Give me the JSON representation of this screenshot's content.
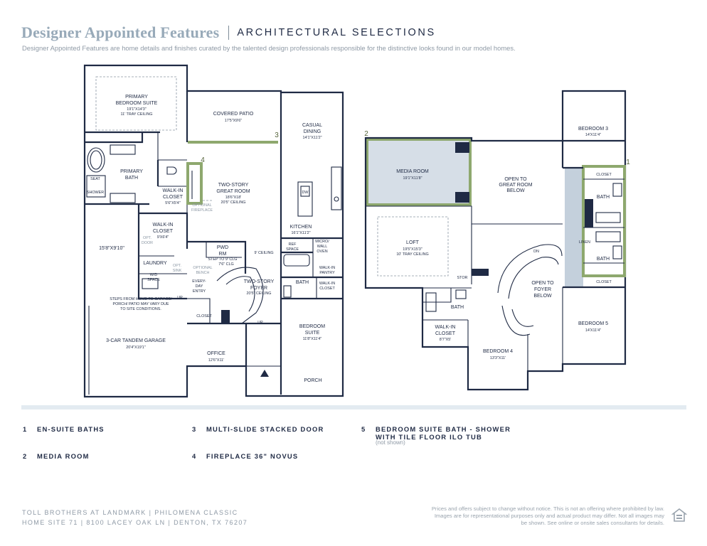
{
  "header": {
    "title": "Designer Appointed Features",
    "subtitle": "ARCHITECTURAL SELECTIONS",
    "intro": "Designer Appointed Features are home details and finishes curated by the talented design professionals responsible for the distinctive looks found in our model homes."
  },
  "floorplan_first": {
    "primary_bedroom": {
      "name": "PRIMARY",
      "name2": "BEDROOM SUITE",
      "dims": "19'1\"X14'3\"",
      "note": "11' TRAY CEILING"
    },
    "covered_patio": {
      "name": "COVERED PATIO",
      "dims": "17'5\"X9'6\""
    },
    "casual_dining": {
      "name": "CASUAL",
      "name2": "DINING",
      "dims": "14'1\"X11'2\""
    },
    "primary_bath": {
      "name": "PRIMARY",
      "name2": "BATH"
    },
    "seat": "SEAT",
    "shower": "SHOWER",
    "walkin_closet_primary": {
      "name": "WALK-IN",
      "name2": "CLOSET",
      "dims": "5'6\"X5'4\""
    },
    "great_room": {
      "name": "TWO-STORY",
      "name2": "GREAT ROOM",
      "dims": "18'6\"X18'",
      "note": "20'5\" CEILING"
    },
    "optional_fireplace": {
      "line1": "OPTIONAL",
      "line2": "FIREPLACE"
    },
    "dw": "DW",
    "walkin_closet2": {
      "name": "WALK-IN",
      "name2": "CLOSET",
      "dims": "9'X6'4\""
    },
    "opt_door": {
      "line1": "OPT.",
      "line2": "DOOR"
    },
    "garage_area_dims": "15'8\"X9'10\"",
    "kitchen": {
      "name": "KITCHEN",
      "dims": "16'1\"X11'2\""
    },
    "laundry": "LAUNDRY",
    "opt_sink": {
      "line1": "OPT.",
      "line2": "SINK"
    },
    "wd_space": {
      "line1": "W/D",
      "line2": "SPACE"
    },
    "optional_bench": {
      "line1": "OPTIONAL",
      "line2": "BENCH"
    },
    "everyday_entry": {
      "line1": "EVERY-",
      "line2": "DAY",
      "line3": "ENTRY"
    },
    "pwd_rm": {
      "line1": "PWD",
      "line2": "RM"
    },
    "step_to_clg": {
      "line1": "STEP TO 9' CLG",
      "line2": "7'6\" CLG"
    },
    "nine_ceiling": "9' CEILING",
    "ref_space": {
      "line1": "REF",
      "line2": "SPACE"
    },
    "micro_wall_oven": {
      "line1": "MICRO/",
      "line2": "WALL",
      "line3": "OVEN"
    },
    "walkin_pantry": {
      "line1": "WALK-IN",
      "line2": "PANTRY"
    },
    "steps_note": {
      "line1": "STEPS FROM HOME TO GARAGE/",
      "line2": "PORCH/ PATIO MAY VARY DUE",
      "line3": "TO SITE CONDITIONS."
    },
    "up1": "UP",
    "closet": "CLOSET",
    "two_story_foyer": {
      "name": "TWO-STORY",
      "name2": "FOYER",
      "note": "20'5\" CEILING"
    },
    "bath": "BATH",
    "walkin_closet3": {
      "line1": "WALK-IN",
      "line2": "CLOSET"
    },
    "bedroom_suite": {
      "name": "BEDROOM",
      "name2": "SUITE",
      "dims": "11'8\"X11'4\""
    },
    "up2": "UP",
    "garage": {
      "name": "3-CAR TANDEM GARAGE",
      "dims": "20'4\"X19'1\""
    },
    "office": {
      "name": "OFFICE",
      "dims": "12'6\"X11'"
    },
    "porch": "PORCH"
  },
  "floorplan_second": {
    "media_room": {
      "name": "MEDIA ROOM",
      "dims": "19'1\"X11'8\""
    },
    "open_great_room": {
      "line1": "OPEN TO",
      "line2": "GREAT ROOM",
      "line3": "BELOW"
    },
    "bedroom3": {
      "name": "BEDROOM 3",
      "dims": "14'X11'4\""
    },
    "closet_top": "CLOSET",
    "bath_top": "BATH",
    "linen": "LINEN",
    "bath_bottom": "BATH",
    "closet_bottom": "CLOSET",
    "loft": {
      "name": "LOFT",
      "dims": "19'5\"X15'3\"",
      "note": "10' TRAY CEILING"
    },
    "dn": "DN",
    "stor": "STOR",
    "open_foyer": {
      "line1": "OPEN TO",
      "line2": "FOYER",
      "line3": "BELOW"
    },
    "bath2": "BATH",
    "walkin_closet": {
      "name": "WALK-IN",
      "name2": "CLOSET",
      "dims": "8'7\"X5'"
    },
    "bedroom4": {
      "name": "BEDROOM 4",
      "dims": "13'3\"X11'"
    },
    "bedroom5": {
      "name": "BEDROOM 5",
      "dims": "14'X11'4\""
    }
  },
  "callouts": [
    "1",
    "2",
    "3",
    "4"
  ],
  "legend": [
    {
      "num": "1",
      "label": "EN-SUITE BATHS"
    },
    {
      "num": "2",
      "label": "MEDIA ROOM"
    },
    {
      "num": "3",
      "label": "MULTI-SLIDE STACKED DOOR"
    },
    {
      "num": "4",
      "label": "FIREPLACE 36\" NOVUS"
    },
    {
      "num": "5",
      "label": "BEDROOM SUITE BATH - SHOWER",
      "label2": "WITH TILE FLOOR ILO TUB",
      "note": "(not shown)"
    }
  ],
  "footer": {
    "line1": "TOLL BROTHERS AT LANDMARK  |  PHILOMENA CLASSIC",
    "line2": "HOME SITE 71  |  8100 LACEY OAK LN  |  DENTON, TX 76207",
    "disclaimer": "Prices and offers subject to change without notice. This is not an offering where prohibited by law. Images are for representational purposes only and actual product may differ. Not all images may be shown. See online or onsite sales consultants for details."
  },
  "colors": {
    "navy": "#1f2a44",
    "highlight_green": "#8ea86e",
    "media_fill": "#d6dee7",
    "muted": "#98aab9"
  },
  "icons": {
    "equal_housing": "equal-housing-opportunity-icon"
  }
}
